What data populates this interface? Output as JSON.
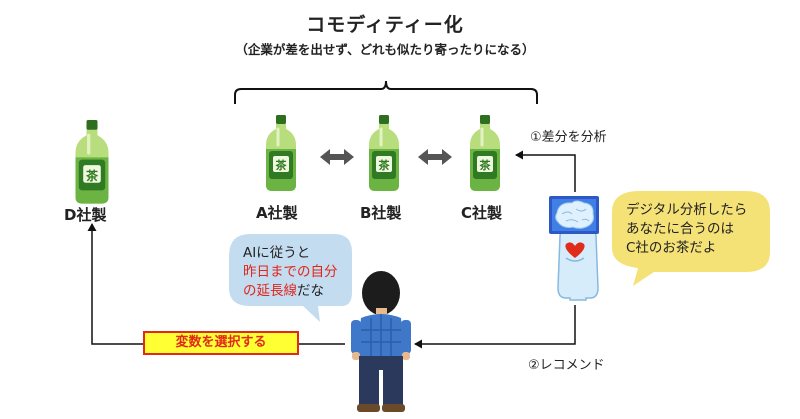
{
  "header": {
    "title": "コモディティー化",
    "subtitle": "（企業が差を出せず、どれも似たり寄ったりになる）"
  },
  "products": [
    {
      "label": "A社製"
    },
    {
      "label": "B社製"
    },
    {
      "label": "C社製"
    },
    {
      "label": "D社製"
    }
  ],
  "bottle_label": "茶",
  "ai_flow": {
    "analyze_label": "①差分を分析",
    "recommend_label": "②レコメンド",
    "select_variable_label": "変数を選択する"
  },
  "ai_bubble": {
    "line1": "デジタル分析したら",
    "line2": "あなたに合うのは",
    "line3": "C社のお茶だよ"
  },
  "person_bubble": {
    "line1": "AIに従うと",
    "line2_highlight": "昨日までの自分",
    "line3_highlight": "の延長線",
    "line3_rest": "だな"
  },
  "colors": {
    "bubble": "#f5e277",
    "person_bubble": "#c4dcf0",
    "variable_box_fill": "#ffff33",
    "variable_box_border": "#e02b1b",
    "highlight_text": "#e0261b",
    "bottle_green": "#3f8d2c",
    "bottle_light": "#a9d46b"
  }
}
